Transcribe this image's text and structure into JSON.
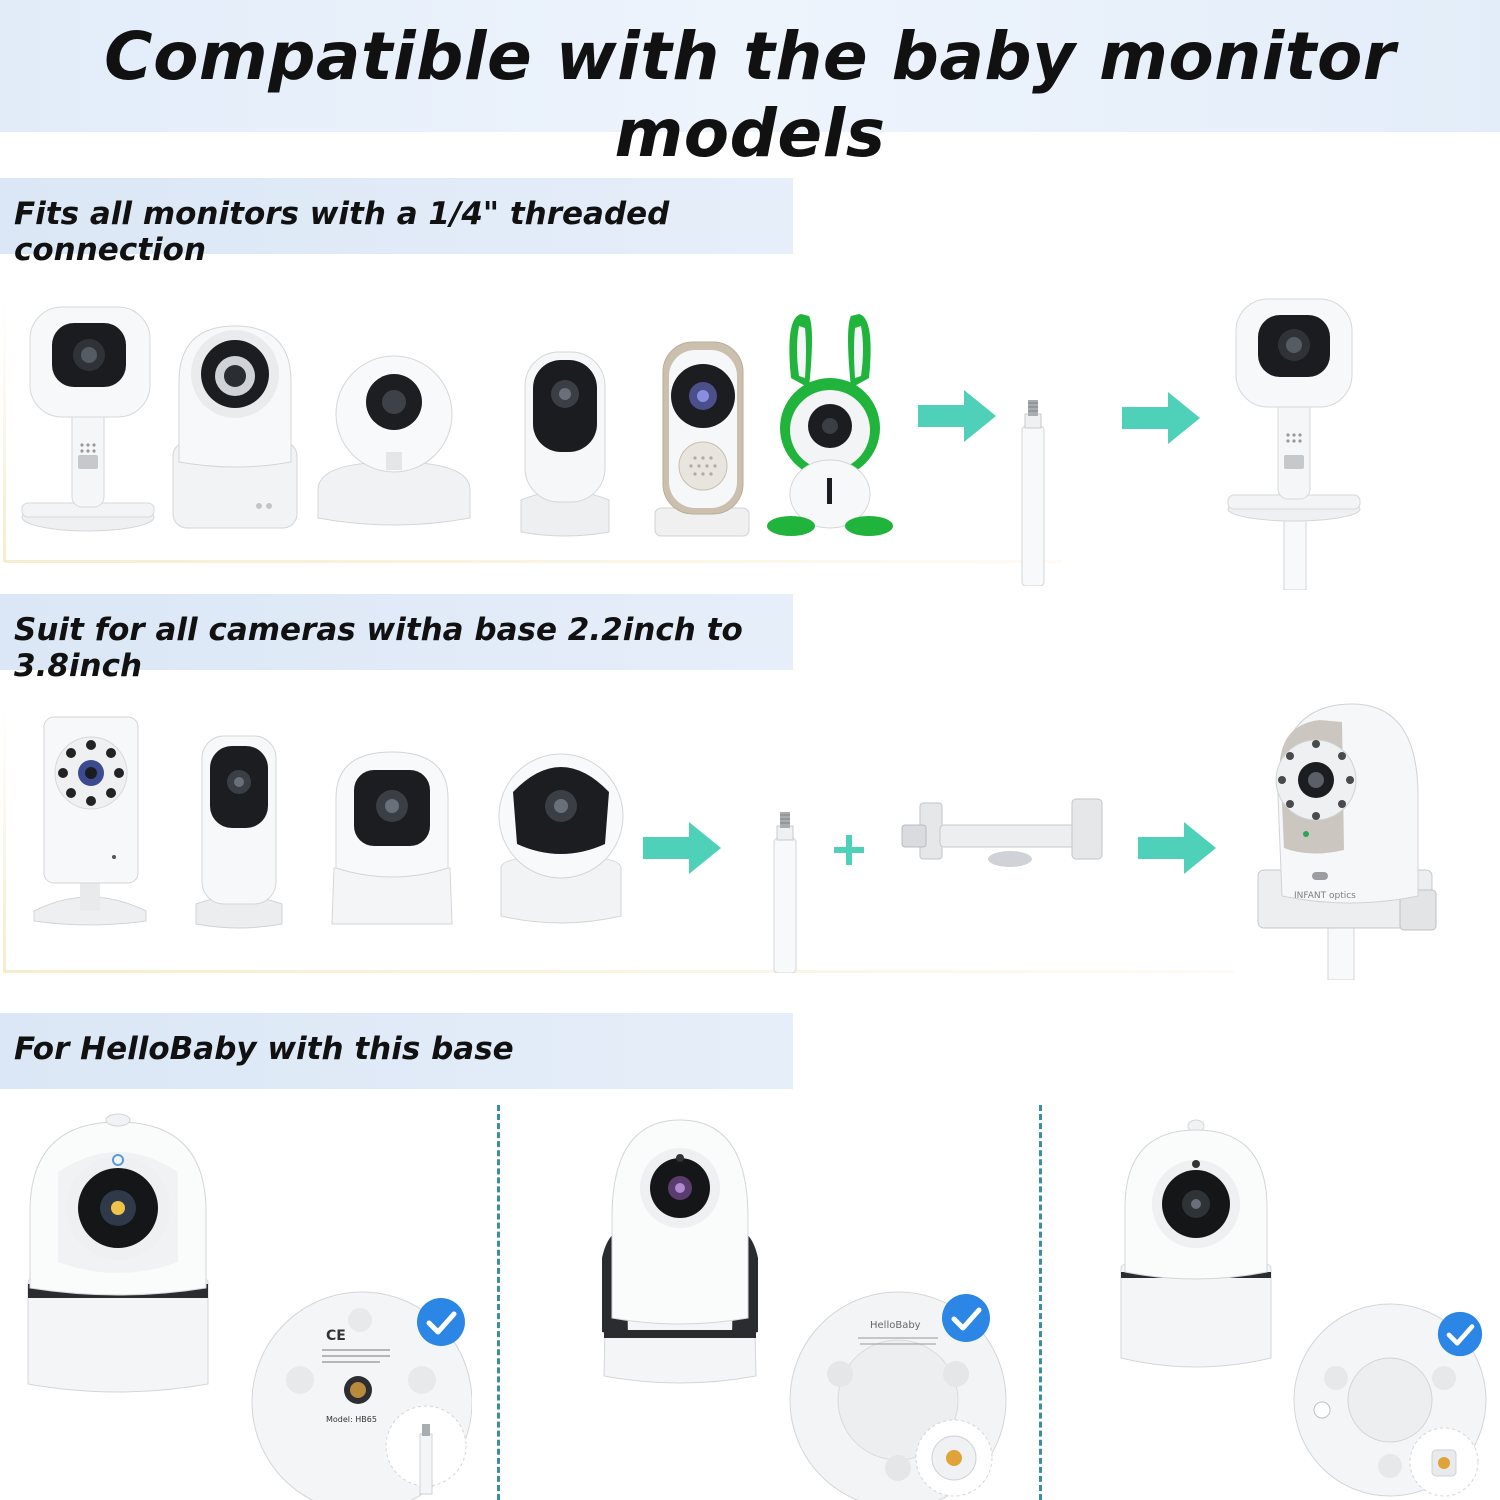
{
  "title": "Compatible with the baby monitor models",
  "sections": [
    {
      "label": "Fits all monitors with a 1/4\" threaded connection"
    },
    {
      "label": "Suit for all cameras witha base 2.2inch to 3.8inch"
    },
    {
      "label": "For HelloBaby with this base"
    }
  ],
  "device_text": {
    "infant_optics": "INFANT optics",
    "hellobaby": "HelloBaby",
    "ce": "CE",
    "model": "Model: HB65"
  },
  "colors": {
    "arrow": "#4fd0b8",
    "check": "#2b86e6",
    "divider": "#3a8ea0",
    "bunny_green": "#21b43c"
  },
  "icons": [
    "arrow-right-icon",
    "plus-icon",
    "check-badge-icon"
  ]
}
